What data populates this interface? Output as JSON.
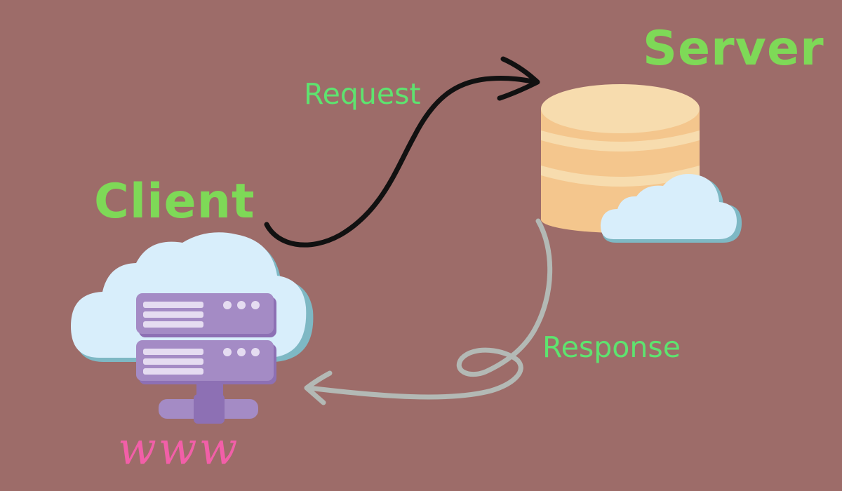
{
  "server": {
    "title": "Server"
  },
  "client": {
    "title": "Client",
    "tag": "www"
  },
  "arrows": {
    "request_label": "Request",
    "response_label": "Response"
  },
  "colors": {
    "background": "#9d6c69",
    "title_green": "#7ed957",
    "label_green": "#5ee36f",
    "request_arrow": "#111111",
    "response_arrow": "#b3b9b5",
    "cloud_fill": "#d8eefb",
    "cloud_shadow": "#7eb8c4",
    "rack_fill": "#a48bc5",
    "rack_dark": "#8d70b4",
    "rack_slot": "#e5dcf1",
    "db_top": "#f7dcae",
    "db_body": "#f4c68d",
    "db_band": "#f7dcae",
    "www_pink": "#f25fa8"
  },
  "icons": {
    "database": "database-icon",
    "client_server": "server-rack-icon",
    "cloud": "cloud-icon",
    "request": "arrow-right-icon",
    "response": "arrow-left-icon"
  }
}
